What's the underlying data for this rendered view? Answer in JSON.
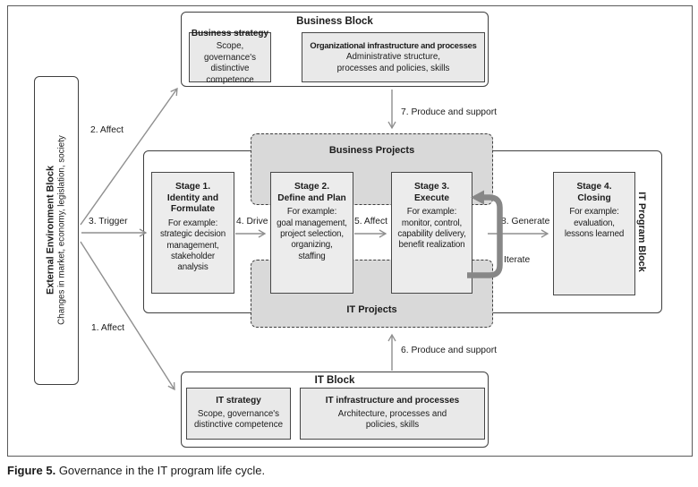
{
  "figure": {
    "caption_label": "Figure 5.",
    "caption_text": "Governance in the IT program life cycle."
  },
  "external_env": {
    "title": "External Environment Block",
    "subtitle": "Changes in market, economy, legislation, society"
  },
  "business_block": {
    "title": "Business Block",
    "strategy": {
      "title": "Business strategy",
      "body": "Scope, governance's\ndistinctive competence"
    },
    "infrastructure": {
      "title": "Organizational infrastructure and processes",
      "body": "Administrative structure,\nprocesses and policies, skills"
    }
  },
  "it_block": {
    "title": "IT Block",
    "strategy": {
      "title": "IT strategy",
      "body": "Scope, governance's\ndistinctive competence"
    },
    "infrastructure": {
      "title": "IT infrastructure and processes",
      "body": "Architecture, processes and\npolicies, skills"
    }
  },
  "it_program_block": {
    "title": "IT Program Block",
    "business_projects_label": "Business Projects",
    "it_projects_label": "IT Projects"
  },
  "stages": [
    {
      "title": "Stage 1.\nIdentity and\nFormulate",
      "body": "For example:\nstrategic decision\nmanagement,\nstakeholder\nanalysis"
    },
    {
      "title": "Stage 2.\nDefine and Plan",
      "body": "For example:\ngoal management,\nproject selection,\norganizing,\nstaffing"
    },
    {
      "title": "Stage 3.\nExecute",
      "body": "For example:\nmonitor, control,\ncapability delivery,\nbenefit realization"
    },
    {
      "title": "Stage 4.\nClosing",
      "body": "For example:\nevaluation,\nlessons learned"
    }
  ],
  "arrows": {
    "affect1": "1. Affect",
    "affect2": "2. Affect",
    "trigger3": "3. Trigger",
    "drive4": "4. Drive",
    "affect5": "5. Affect",
    "produce6": "6. Produce and support",
    "produce7": "7. Produce and support",
    "generate8": "8. Generate",
    "iterate": "Iterate"
  },
  "colors": {
    "region_fill": "#d9d9d9",
    "stage_fill": "#ececec",
    "inner_fill": "#e9e9e9",
    "arrow_gray": "#8f8f8f",
    "loop_gray": "#878787",
    "border_dark": "#3f3f3f"
  }
}
